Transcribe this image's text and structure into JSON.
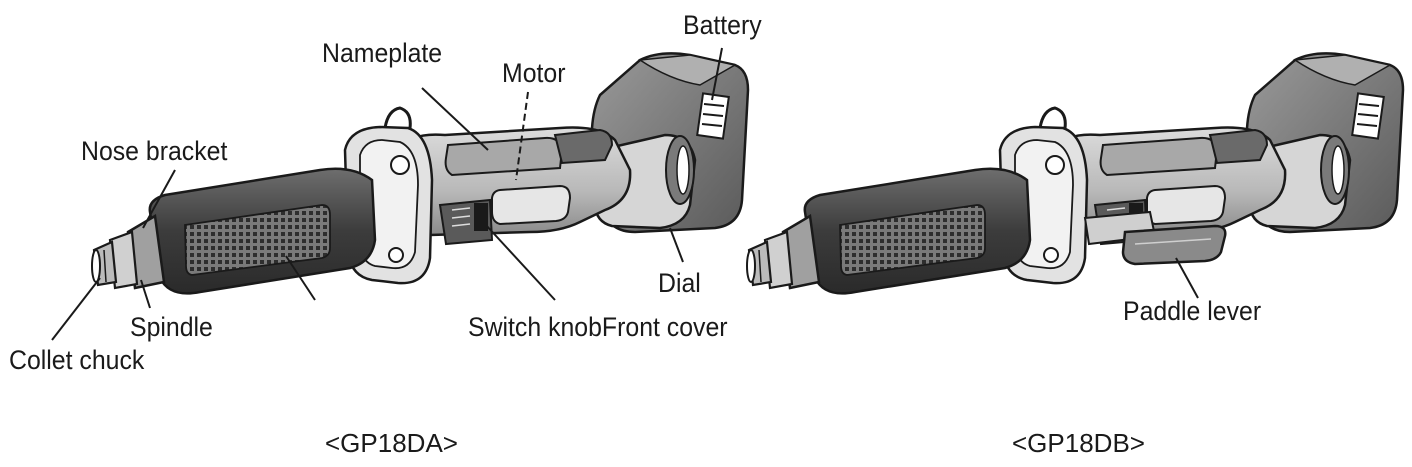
{
  "diagrams": [
    {
      "model": "<GP18DA>",
      "labels": {
        "battery": "Battery",
        "nameplate": "Nameplate",
        "motor": "Motor",
        "nose_bracket": "Nose bracket",
        "dial": "Dial",
        "spindle": "Spindle",
        "switch_knob": "Switch knob",
        "front_cover": "Front cover",
        "collet_chuck": "Collet chuck"
      }
    },
    {
      "model": "<GP18DB>",
      "labels": {
        "paddle_lever": "Paddle lever"
      }
    }
  ],
  "colors": {
    "line": "#1a1a1a",
    "body_dark": "#4a4a4a",
    "body_mid": "#8c8c8c",
    "body_light": "#c8c8c8",
    "body_pale": "#dedede"
  }
}
